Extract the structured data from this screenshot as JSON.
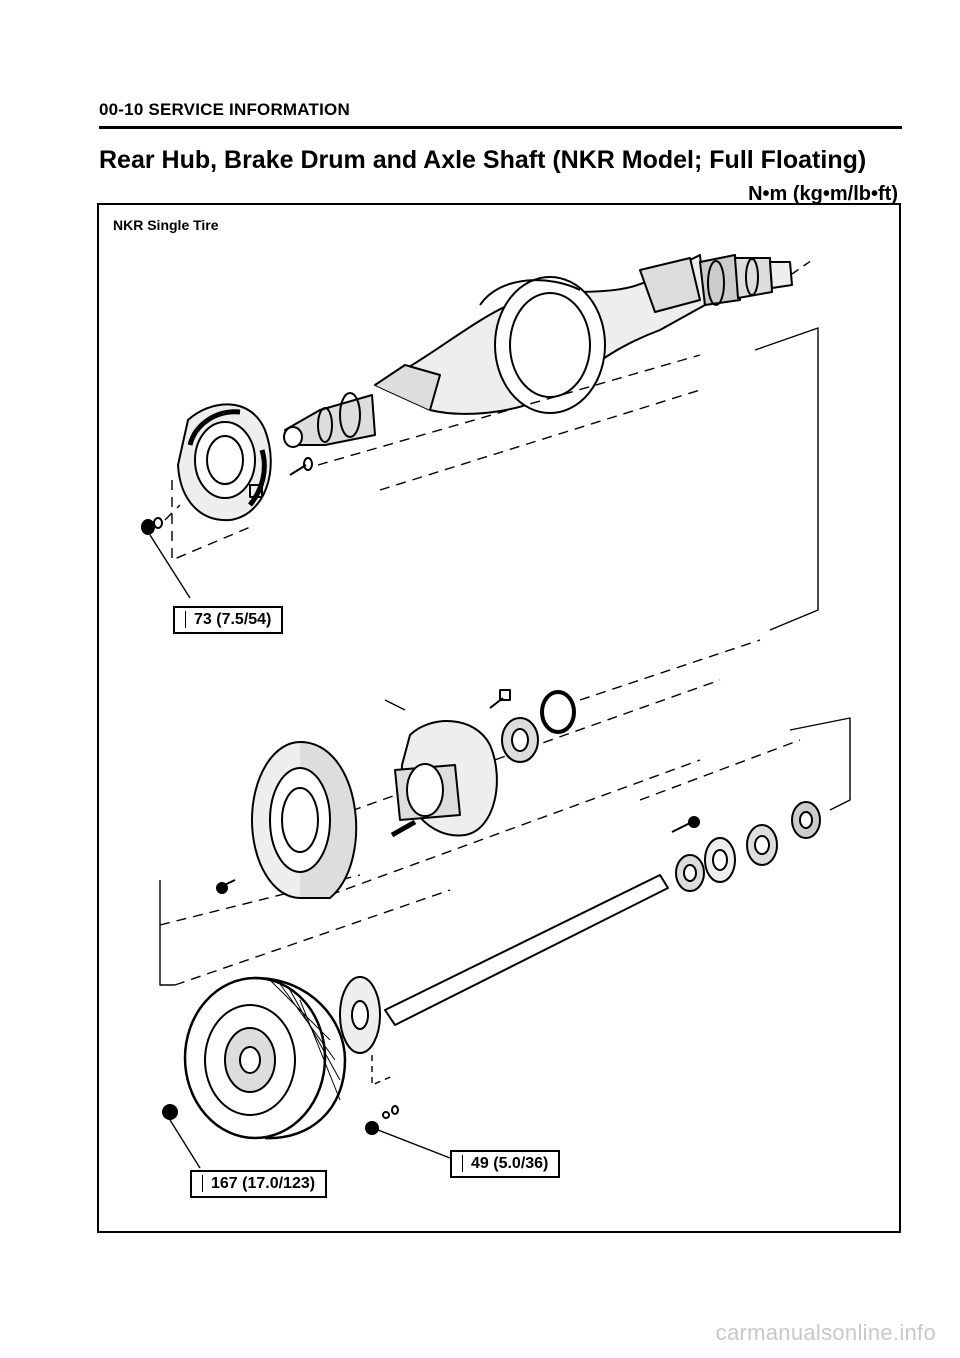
{
  "header": {
    "section": "00-10 SERVICE INFORMATION",
    "title": "Rear Hub, Brake Drum and Axle Shaft (NKR Model; Full Floating)",
    "units": "N•m (kg•m/lb•ft)"
  },
  "diagram": {
    "label": "NKR Single Tire",
    "torque_specs": [
      {
        "value": "73 (7.5/54)"
      },
      {
        "value": "49 (5.0/36)"
      },
      {
        "value": "167 (17.0/123)"
      }
    ]
  },
  "watermark": "carmanualsonline.info"
}
